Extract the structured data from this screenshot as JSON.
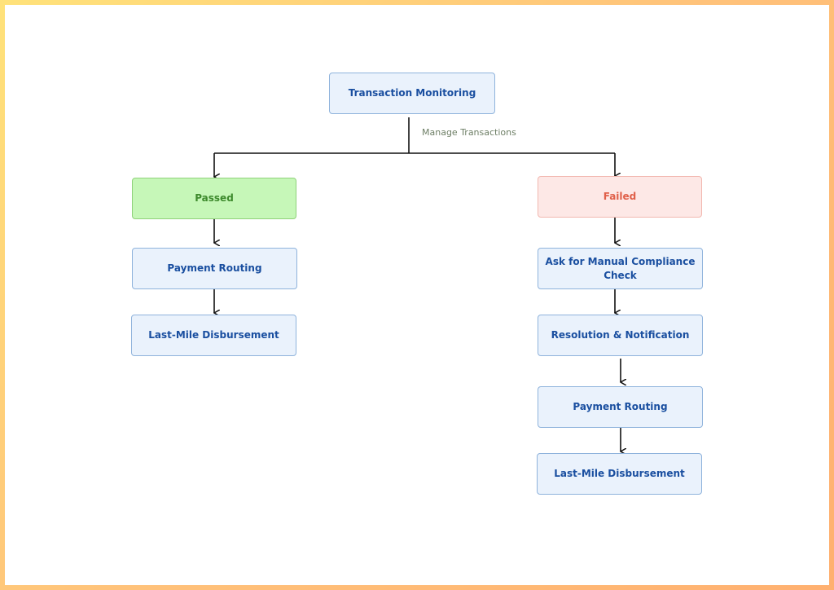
{
  "diagram": {
    "root": {
      "label": "Transaction Monitoring"
    },
    "root_edge_label": "Manage Transactions",
    "passed_branch": {
      "label": "Passed",
      "steps": [
        "Payment Routing",
        "Last-Mile Disbursement"
      ]
    },
    "failed_branch": {
      "label": "Failed",
      "steps": [
        "Ask for Manual Compliance Check",
        "Resolution & Notification",
        "Payment Routing",
        "Last-Mile Disbursement"
      ]
    },
    "colors": {
      "node_fill": "#eaf2fc",
      "node_text": "#1a4fa0",
      "passed_fill": "#c6f7b8",
      "passed_text": "#3d8a2c",
      "failed_fill": "#fde8e6",
      "failed_text": "#e0604a",
      "connector": "#111111"
    }
  }
}
